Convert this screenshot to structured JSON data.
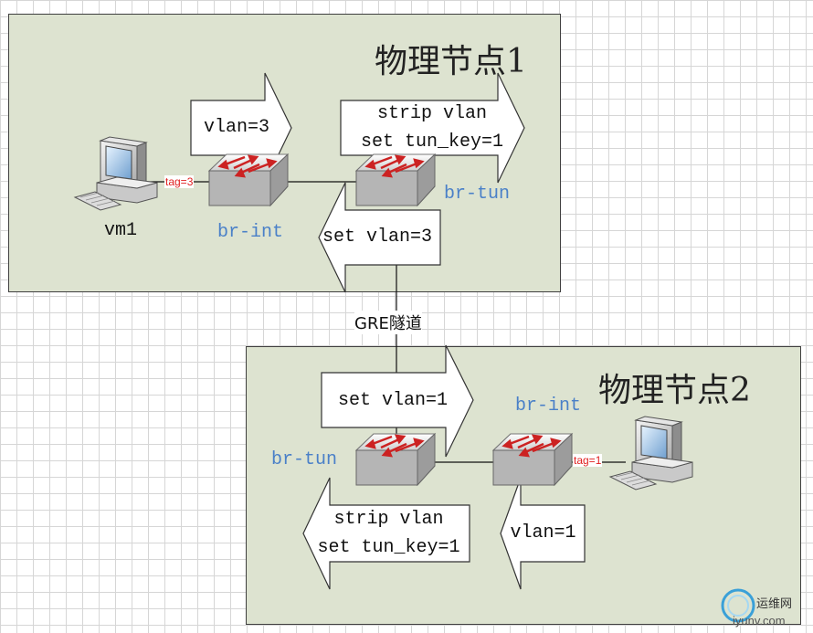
{
  "nodes": [
    {
      "title": "物理节点1"
    },
    {
      "title": "物理节点2"
    }
  ],
  "labels": {
    "vm1": "vm1",
    "br_int_1": "br-int",
    "br_tun_1": "br-tun",
    "br_int_2": "br-int",
    "br_tun_2": "br-tun",
    "tag_vm1": "tag=3",
    "tag_vm2": "tag=1",
    "gre": "GRE隧道"
  },
  "arrows": {
    "n1_vlan3": "vlan=3",
    "n1_strip_l1": "strip vlan",
    "n1_strip_l2": "set tun_key=1",
    "n1_setvlan3": "set vlan=3",
    "n2_setvlan1": "set vlan=1",
    "n2_strip_l1": "strip vlan",
    "n2_strip_l2": "set tun_key=1",
    "n2_vlan1": "vlan=1"
  },
  "watermark": {
    "cn": "运维网",
    "url": "iyunv.com"
  },
  "colors": {
    "node_fill": "#dde3d0",
    "bridge_label": "#4a80c8",
    "tag": "#e02020",
    "router_arrow": "#cc2222"
  }
}
